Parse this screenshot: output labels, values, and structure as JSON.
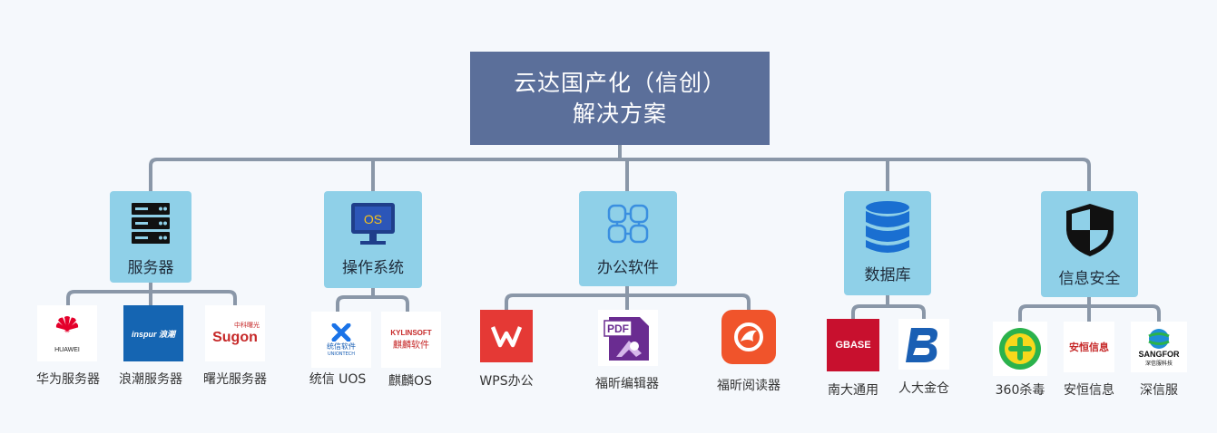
{
  "root": {
    "line1": "云达国产化（信创）",
    "line2": "解决方案"
  },
  "colors": {
    "root_bg": "#5b6f9a",
    "category_bg": "#8fd0e8",
    "connector": "#8a97a8"
  },
  "categories": [
    {
      "label": "服务器",
      "icon": "server-icon",
      "items": [
        {
          "label": "华为服务器",
          "logo_text": "HUAWEI",
          "logo": "huawei-logo"
        },
        {
          "label": "浪潮服务器",
          "logo_text": "inspur 浪潮",
          "logo": "inspur-logo"
        },
        {
          "label": "曙光服务器",
          "logo_text": "中科曙光",
          "logo_text2": "Sugon",
          "logo": "sugon-logo"
        }
      ]
    },
    {
      "label": "操作系统",
      "icon": "monitor-os-icon",
      "icon_text": "OS",
      "items": [
        {
          "label": "统信 UOS",
          "logo_text": "统信软件",
          "logo_text2": "UNIONTECH",
          "logo": "uniontech-logo"
        },
        {
          "label": "麒麟OS",
          "logo_text": "KYLINSOFT",
          "logo_text2": "麒麟软件",
          "logo": "kylin-logo"
        }
      ]
    },
    {
      "label": "办公软件",
      "icon": "office-app-icon",
      "items": [
        {
          "label": "WPS办公",
          "logo": "wps-logo"
        },
        {
          "label": "福昕编辑器",
          "logo_text": "PDF",
          "logo": "foxit-pdf-logo"
        },
        {
          "label": "福昕阅读器",
          "logo": "foxit-reader-logo"
        }
      ]
    },
    {
      "label": "数据库",
      "icon": "database-icon",
      "items": [
        {
          "label": "南大通用",
          "logo_text": "GBASE",
          "logo": "gbase-logo"
        },
        {
          "label": "人大金仓",
          "logo": "kingbase-logo"
        }
      ]
    },
    {
      "label": "信息安全",
      "icon": "shield-icon",
      "items": [
        {
          "label": "360杀毒",
          "logo": "360-logo"
        },
        {
          "label": "安恒信息",
          "logo_text": "安恒信息",
          "logo": "dbappsecurity-logo"
        },
        {
          "label": "深信服",
          "logo_text": "SANGFOR",
          "logo_text2": "深信服科技",
          "logo": "sangfor-logo"
        }
      ]
    }
  ]
}
